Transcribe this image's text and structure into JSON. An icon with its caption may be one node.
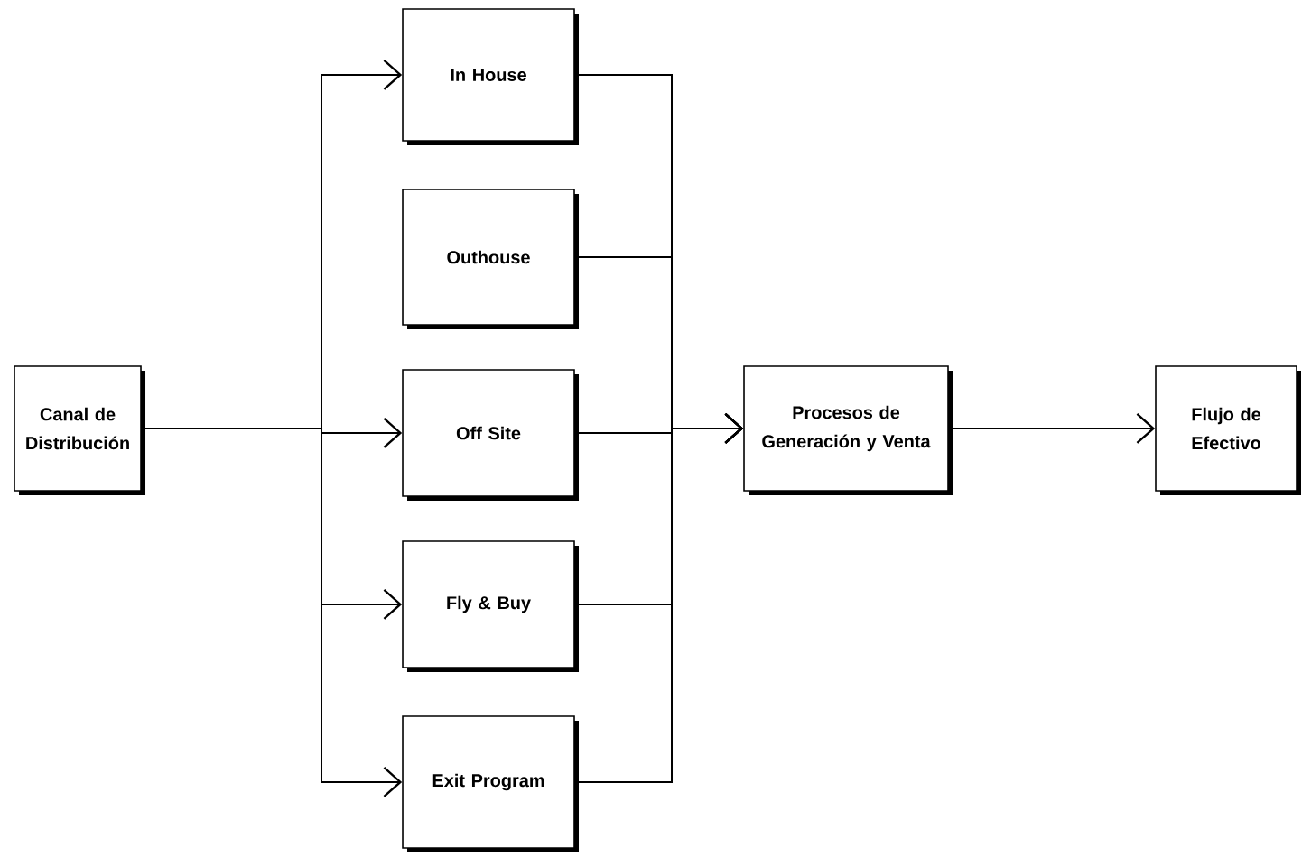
{
  "diagram": {
    "nodes": [
      {
        "text": [
          "Canal de Distribución"
        ]
      },
      {
        "text": [
          "In House"
        ]
      },
      {
        "text": [
          "Outhouse"
        ]
      },
      {
        "text": [
          "Off Site"
        ]
      },
      {
        "text": [
          "Fly & Buy"
        ]
      },
      {
        "text": [
          "Exit Program"
        ]
      },
      {
        "text": [
          "Procesos de Generación y Venta"
        ]
      },
      {
        "text": [
          "Flujo de Efectivo"
        ]
      }
    ],
    "edges": [
      {
        "from": 0,
        "to": 1,
        "arrow": "to"
      },
      {
        "from": 0,
        "to": 3,
        "arrow": "to"
      },
      {
        "from": 0,
        "to": 4,
        "arrow": "to"
      },
      {
        "from": 0,
        "to": 5,
        "arrow": "to"
      },
      {
        "from": 1,
        "to": 6,
        "arrow": "to"
      },
      {
        "from": 2,
        "to": 6,
        "arrow": "to"
      },
      {
        "from": 3,
        "to": 6,
        "arrow": "to"
      },
      {
        "from": 4,
        "to": 6,
        "arrow": "to"
      },
      {
        "from": 5,
        "to": 6,
        "arrow": "to"
      },
      {
        "from": 6,
        "to": 7,
        "arrow": "to"
      }
    ]
  }
}
